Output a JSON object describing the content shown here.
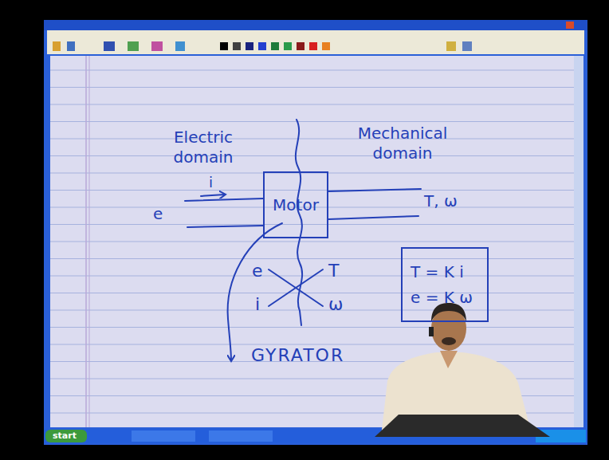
{
  "diagram": {
    "nodes": [
      {
        "text": [
          "Motor"
        ]
      },
      {
        "text": [
          "T = K i",
          "e = K ω"
        ]
      }
    ],
    "labels": [
      "Electric domain",
      "Mechanical domain",
      "i",
      "e",
      "T, ω",
      "e",
      "T",
      "i",
      "ω",
      "GYRATOR",
      "start"
    ]
  }
}
